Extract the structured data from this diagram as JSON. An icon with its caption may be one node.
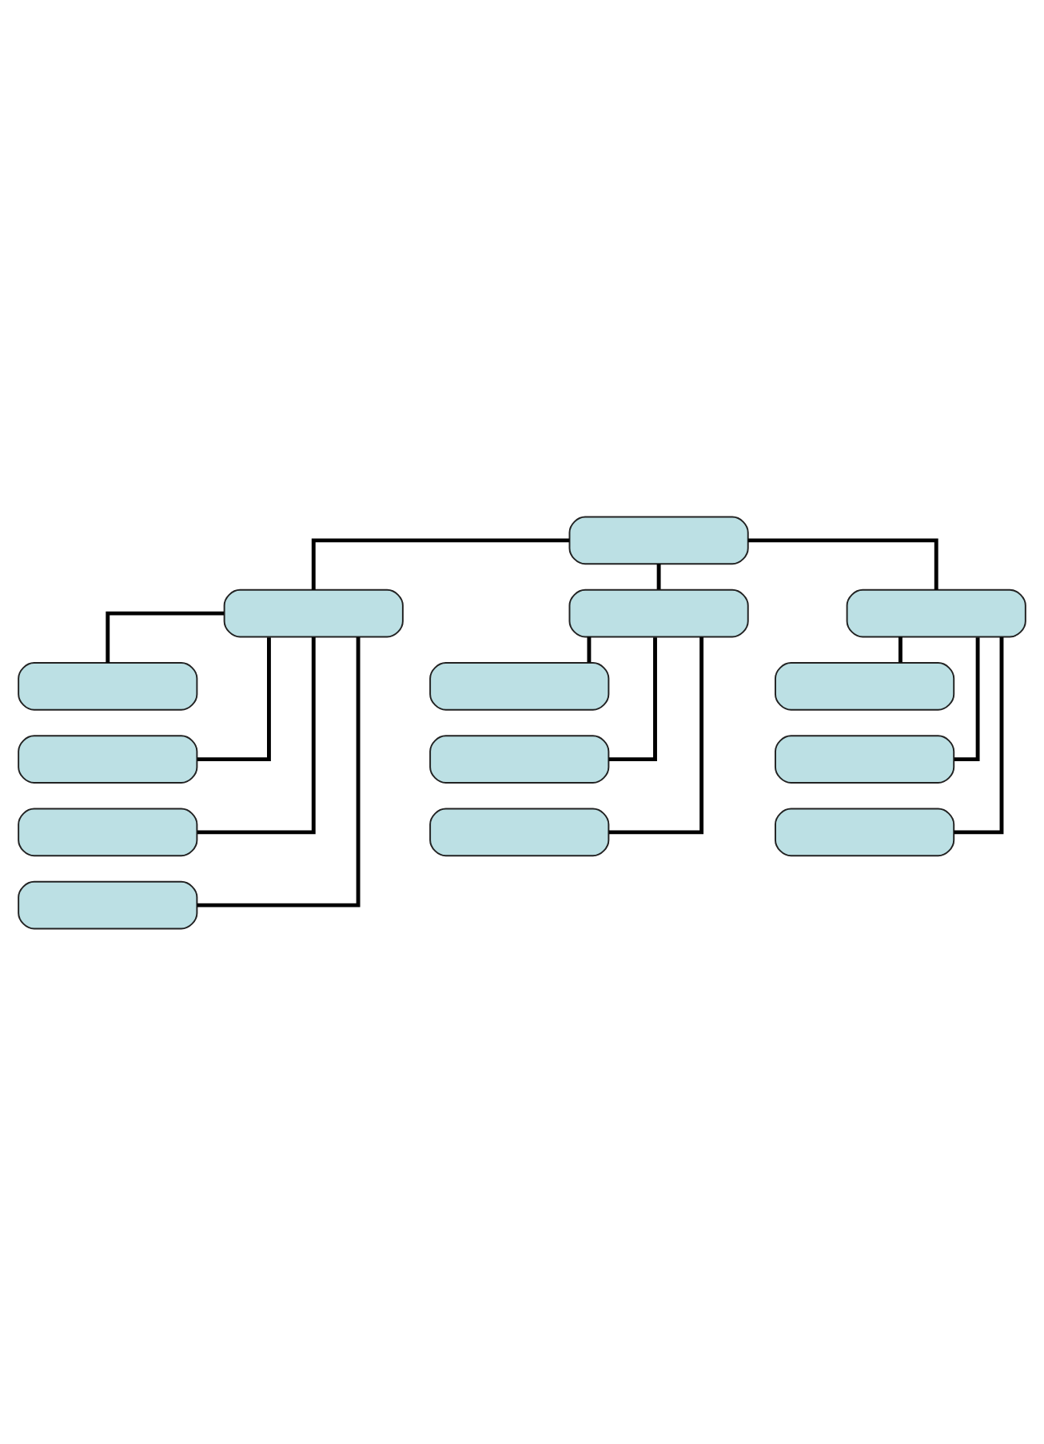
{
  "diagram": {
    "nodes": [
      {
        "text": [],
        "shape": "box"
      },
      {
        "text": [],
        "shape": "box"
      },
      {
        "text": [],
        "shape": "box"
      },
      {
        "text": [],
        "shape": "box"
      },
      {
        "text": [],
        "shape": "box"
      },
      {
        "text": [],
        "shape": "box"
      },
      {
        "text": [],
        "shape": "box"
      },
      {
        "text": [],
        "shape": "box"
      },
      {
        "text": [],
        "shape": "box"
      },
      {
        "text": [],
        "shape": "box"
      },
      {
        "text": [],
        "shape": "box"
      },
      {
        "text": [],
        "shape": "box"
      },
      {
        "text": [],
        "shape": "box"
      },
      {
        "text": [],
        "shape": "box"
      }
    ],
    "edges": [
      {
        "from": 0,
        "to": 1,
        "arrow": "none"
      },
      {
        "from": 0,
        "to": 2,
        "arrow": "none"
      },
      {
        "from": 0,
        "to": 3,
        "arrow": "none"
      },
      {
        "from": 1,
        "to": 4,
        "arrow": "none"
      },
      {
        "from": 1,
        "to": 5,
        "arrow": "none"
      },
      {
        "from": 1,
        "to": 6,
        "arrow": "none"
      },
      {
        "from": 1,
        "to": 7,
        "arrow": "none"
      },
      {
        "from": 2,
        "to": 8,
        "arrow": "none"
      },
      {
        "from": 2,
        "to": 9,
        "arrow": "none"
      },
      {
        "from": 2,
        "to": 10,
        "arrow": "none"
      },
      {
        "from": 3,
        "to": 11,
        "arrow": "none"
      },
      {
        "from": 3,
        "to": 12,
        "arrow": "none"
      },
      {
        "from": 3,
        "to": 13,
        "arrow": "none"
      }
    ]
  }
}
